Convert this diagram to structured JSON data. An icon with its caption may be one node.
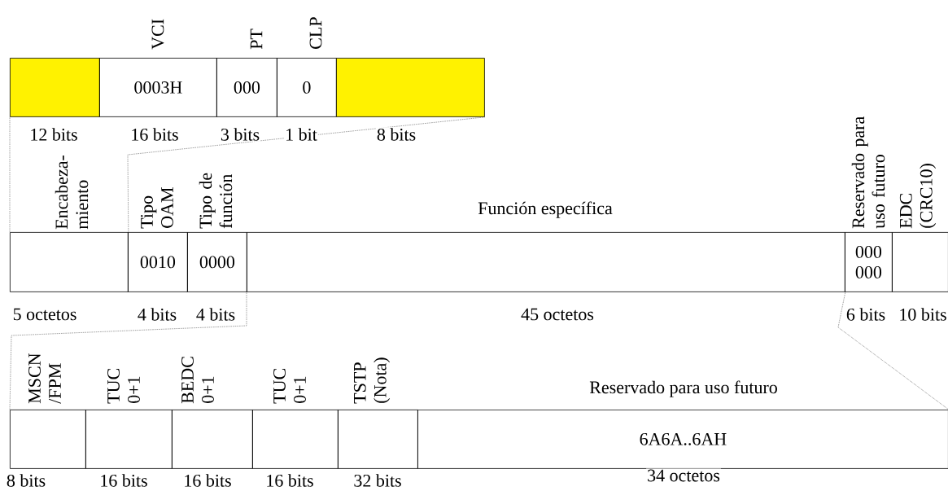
{
  "diagram": {
    "nodes": [
      {
        "text": [],
        "shape": "box",
        "beside": [
          "12 bits"
        ]
      },
      {
        "text": [
          "VCI",
          "0003H"
        ],
        "beside": [
          "16 bits"
        ]
      },
      {
        "text": [
          "PT",
          "000"
        ],
        "beside": [
          "3 bits"
        ]
      },
      {
        "text": [
          "CLP",
          "0"
        ],
        "beside": [
          "1 bit"
        ]
      },
      {
        "text": [],
        "shape": "box",
        "beside": [
          "8 bits"
        ]
      },
      {
        "text": [
          "Encabeza- miento"
        ],
        "beside": [
          "5 octetos"
        ]
      },
      {
        "text": [
          "Tipo OAM",
          "0010"
        ],
        "beside": [
          "4 bits"
        ]
      },
      {
        "text": [
          "Tipo de función",
          "0000"
        ],
        "beside": [
          "4 bits"
        ]
      },
      {
        "text": [
          "Función específica"
        ],
        "beside": [
          "45 octetos"
        ]
      },
      {
        "text": [
          "Reservado para uso futuro",
          "000 000"
        ],
        "beside": [
          "6 bits"
        ]
      },
      {
        "text": [
          "EDC (CRC10)"
        ],
        "beside": [
          "10 bits"
        ]
      },
      {
        "text": [
          "MSCN /FPM"
        ],
        "beside": [
          "8 bits"
        ]
      },
      {
        "text": [
          "TUC 0+1"
        ],
        "beside": [
          "16 bits"
        ]
      },
      {
        "text": [
          "BEDC 0+1"
        ],
        "beside": [
          "16 bits"
        ]
      },
      {
        "text": [
          "TUC 0+1"
        ],
        "beside": [
          "16 bits"
        ]
      },
      {
        "text": [
          "TSTP (Nota)"
        ],
        "beside": [
          "32 bits"
        ]
      },
      {
        "text": [
          "Reservado para uso futuro",
          "6A6A..6AH"
        ],
        "beside": [
          "34 octetos"
        ]
      }
    ],
    "edges": [
      {
        "from": 0,
        "to": 5,
        "arrow": "none",
        "style": "dashed"
      },
      {
        "from": 4,
        "to": 5,
        "arrow": "none",
        "style": "dashed"
      },
      {
        "from": 8,
        "to": 11,
        "arrow": "none",
        "style": "dashed"
      },
      {
        "from": 8,
        "to": 16,
        "arrow": "none",
        "style": "dashed"
      }
    ]
  }
}
